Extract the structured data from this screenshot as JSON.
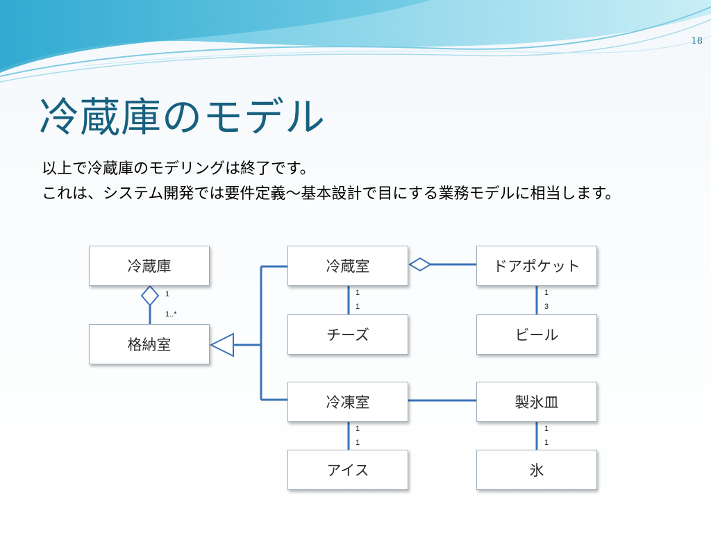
{
  "slide": {
    "page_number": "18",
    "title": "冷蔵庫のモデル",
    "paragraphs": [
      "以上で冷蔵庫のモデリングは終了です。",
      "これは、システム開発では要件定義～基本設計で目にする業務モデルに相当します。"
    ]
  },
  "diagram": {
    "classes": {
      "refrigerator": "冷蔵庫",
      "storage": "格納室",
      "fridge_room": "冷蔵室",
      "door_pocket": "ドアポケット",
      "cheese": "チーズ",
      "beer": "ビール",
      "freezer_room": "冷凍室",
      "ice_tray": "製氷皿",
      "ice_cream": "アイス",
      "ice": "氷"
    },
    "multiplicities": {
      "refrigerator_side": "1",
      "storage_side": "1..*",
      "fridge_room_top": "1",
      "cheese_bottom": "1",
      "door_pocket_top": "1",
      "beer_bottom": "3",
      "freezer_room_top": "1",
      "ice_cream_bottom": "1",
      "ice_tray_top": "1",
      "ice_bottom": "1"
    },
    "colors": {
      "connector": "#3a73b8",
      "title": "#17607f"
    }
  }
}
